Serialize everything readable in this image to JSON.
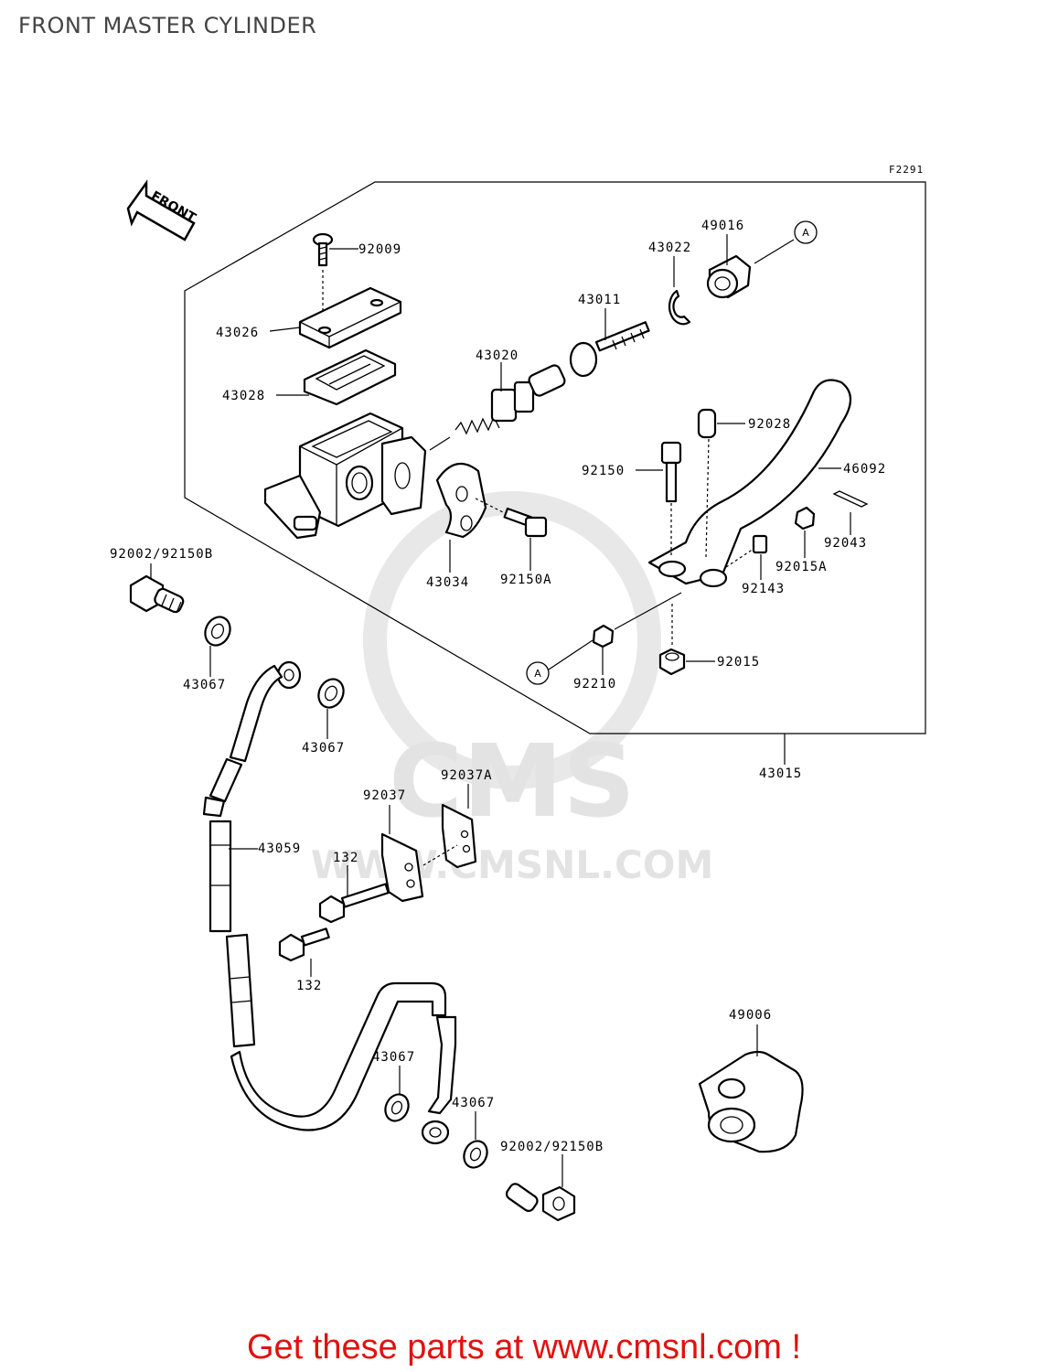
{
  "page": {
    "title": "FRONT MASTER CYLINDER"
  },
  "diagram": {
    "figure_code": "F2291",
    "front_arrow": "FRONT",
    "ref_markers": {
      "a1": "A",
      "a2": "A"
    },
    "watermark": {
      "brand": "CMS",
      "site": "WWW.CMSNL.COM"
    },
    "labels": {
      "p92009": "92009",
      "p43026": "43026",
      "p43028": "43028",
      "p43020": "43020",
      "p43011": "43011",
      "p43022": "43022",
      "p49016": "49016",
      "p92028": "92028",
      "p92150": "92150",
      "p46092": "46092",
      "p92043": "92043",
      "p92015A": "92015A",
      "p92143": "92143",
      "p43034": "43034",
      "p92150A": "92150A",
      "p92002_top": "92002/92150B",
      "p43067_a": "43067",
      "p43067_b": "43067",
      "p92210": "92210",
      "p92015": "92015",
      "p43015": "43015",
      "p92037A": "92037A",
      "p92037": "92037",
      "p132_a": "132",
      "p43059": "43059",
      "p132_b": "132",
      "p49006": "49006",
      "p43067_c": "43067",
      "p43067_d": "43067",
      "p92002_bottom": "92002/92150B"
    }
  },
  "footer": {
    "link_text": "Get these parts at www.cmsnl.com !",
    "link_color": "#e0120f"
  }
}
